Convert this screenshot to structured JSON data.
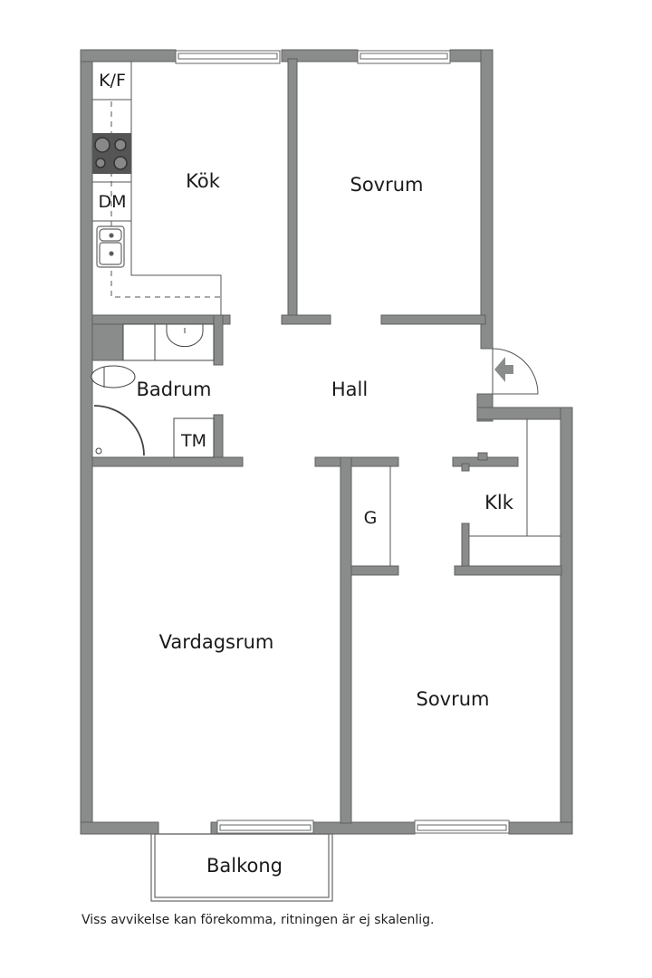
{
  "floorplan": {
    "rooms": [
      {
        "id": "kok",
        "label": "Kök"
      },
      {
        "id": "sovrum1",
        "label": "Sovrum"
      },
      {
        "id": "hall",
        "label": "Hall"
      },
      {
        "id": "badrum",
        "label": "Badrum"
      },
      {
        "id": "tm",
        "label": "TM"
      },
      {
        "id": "g",
        "label": "G"
      },
      {
        "id": "klk",
        "label": "Klk"
      },
      {
        "id": "vardagsrum",
        "label": "Vardagsrum"
      },
      {
        "id": "sovrum2",
        "label": "Sovrum"
      },
      {
        "id": "balkong",
        "label": "Balkong"
      }
    ],
    "fixtures": [
      {
        "id": "kf",
        "label": "K/F"
      },
      {
        "id": "dm",
        "label": "DM"
      }
    ],
    "colors": {
      "wall": "#8a8c8c",
      "wall_stroke": "#5f6161",
      "stove": "#555555",
      "line": "#444444"
    }
  },
  "footer": {
    "disclaimer": "Viss avvikelse kan förekomma, ritningen är ej skalenlig."
  }
}
